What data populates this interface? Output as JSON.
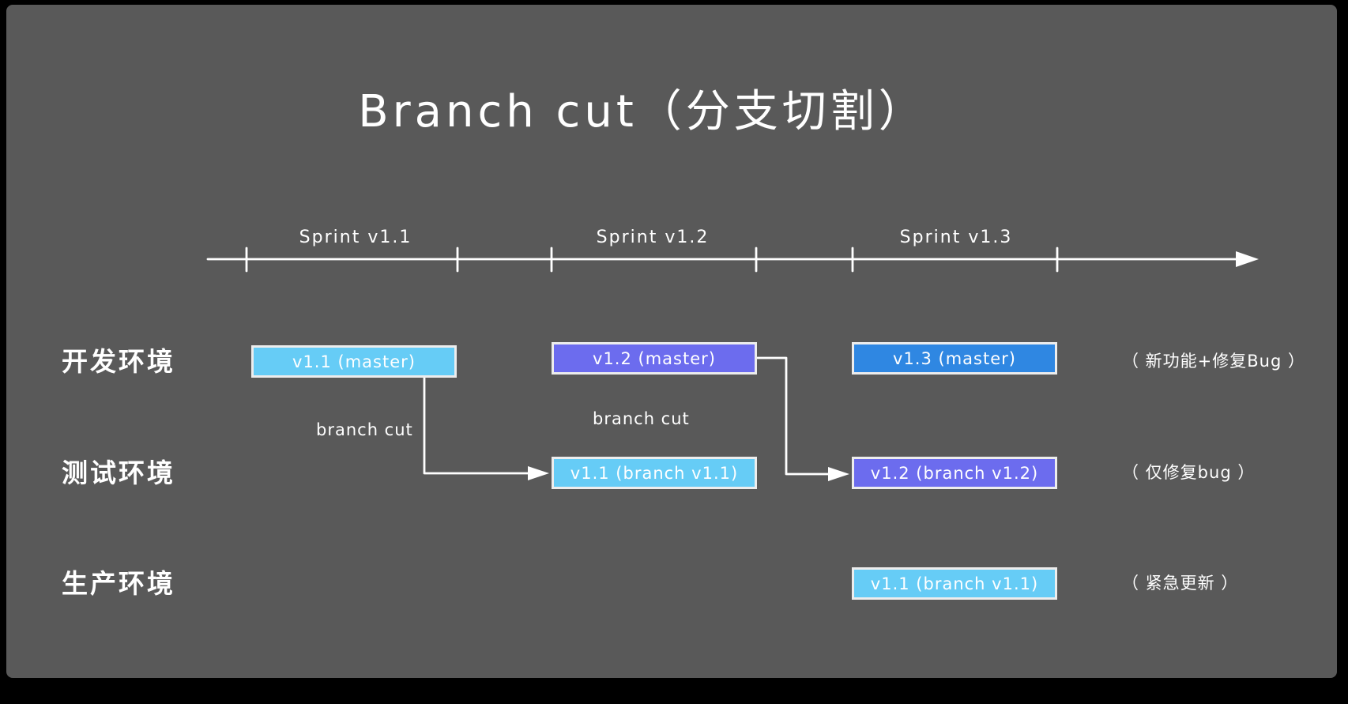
{
  "title": "Branch cut（分支切割）",
  "timeline": {
    "sprints": [
      "Sprint v1.1",
      "Sprint v1.2",
      "Sprint v1.3"
    ]
  },
  "environments": [
    {
      "label": "开发环境",
      "note": "（ 新功能+修复Bug ）"
    },
    {
      "label": "测试环境",
      "note": "（ 仅修复bug ）"
    },
    {
      "label": "生产环境",
      "note": "（ 紧急更新 ）"
    }
  ],
  "nodes": {
    "dev_v11": {
      "label": "v1.1 (master)",
      "color": "#66CCF6"
    },
    "dev_v12": {
      "label": "v1.2 (master)",
      "color": "#6C6CEE"
    },
    "dev_v13": {
      "label": "v1.3 (master)",
      "color": "#2F87E2"
    },
    "test_v11": {
      "label": "v1.1 (branch v1.1)",
      "color": "#66CCF6"
    },
    "test_v12": {
      "label": "v1.2 (branch v1.2)",
      "color": "#6C6CEE"
    },
    "prod_v11": {
      "label": "v1.1 (branch v1.1)",
      "color": "#66CCF6"
    }
  },
  "arrows": {
    "cut1_label": "branch cut",
    "cut2_label": "branch cut"
  },
  "colors": {
    "background": "#595959",
    "frame": "#000000",
    "stroke": "#FFFFFF",
    "text": "#FFFFFF",
    "node_border": "#EDEDED"
  }
}
